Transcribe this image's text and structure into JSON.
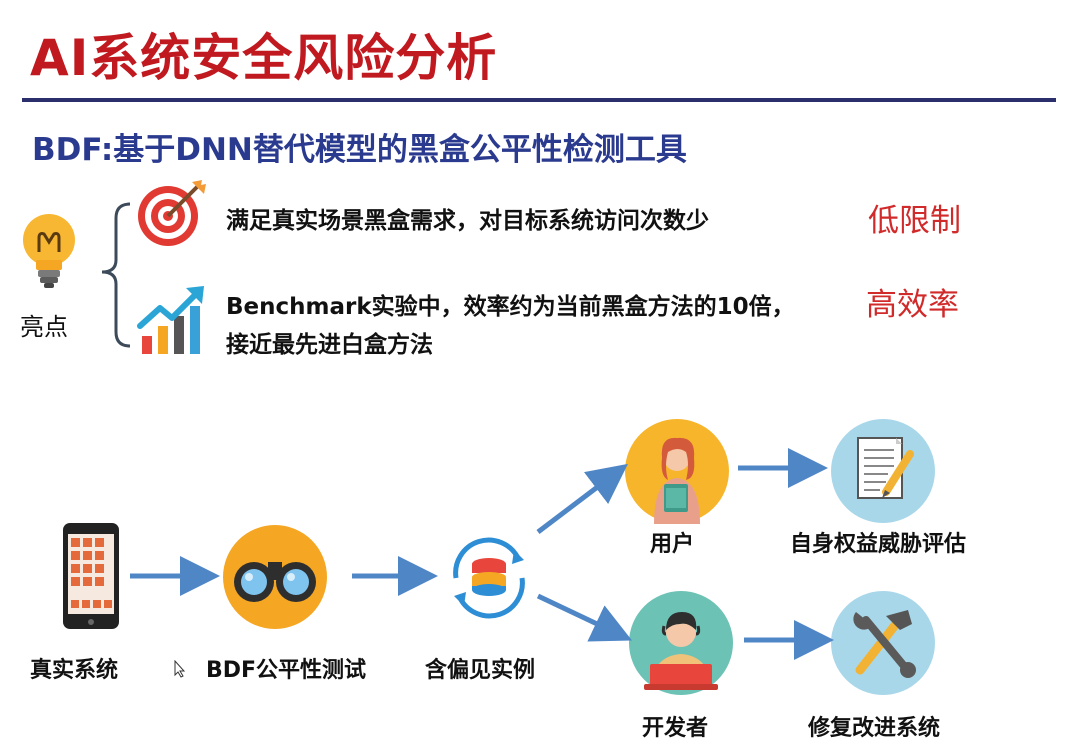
{
  "title": "AI系统安全风险分析",
  "subtitle": "BDF:基于DNN替代模型的黑盒公平性检测工具",
  "highlights": {
    "label": "亮点",
    "items": [
      {
        "text": "满足真实场景黑盒需求，对目标系统访问次数少",
        "tag": "低限制",
        "icon": "target-icon"
      },
      {
        "line1": "Benchmark实验中，效率约为当前黑盒方法的10倍，",
        "line2": "接近最先进白盒方法",
        "tag": "高效率",
        "icon": "growth-chart-icon"
      }
    ]
  },
  "flow": {
    "nodes": [
      {
        "id": "real-system",
        "label": "真实系统",
        "icon": "smartphone-icon"
      },
      {
        "id": "bdf-test",
        "label": "BDF公平性测试",
        "icon": "binoculars-icon"
      },
      {
        "id": "biased-instances",
        "label": "含偏见实例",
        "icon": "database-icon"
      },
      {
        "id": "user",
        "label": "用户",
        "icon": "user-woman-icon"
      },
      {
        "id": "self-assessment",
        "label": "自身权益威胁评估",
        "icon": "document-pencil-icon"
      },
      {
        "id": "developer",
        "label": "开发者",
        "icon": "developer-icon"
      },
      {
        "id": "repair",
        "label": "修复改进系统",
        "icon": "tools-icon"
      }
    ]
  },
  "colors": {
    "title": "#c0191f",
    "rule": "#2b2f6b",
    "subtitle": "#2a3a8f",
    "tag": "#d12a2a",
    "arrow": "#4f86c6"
  }
}
